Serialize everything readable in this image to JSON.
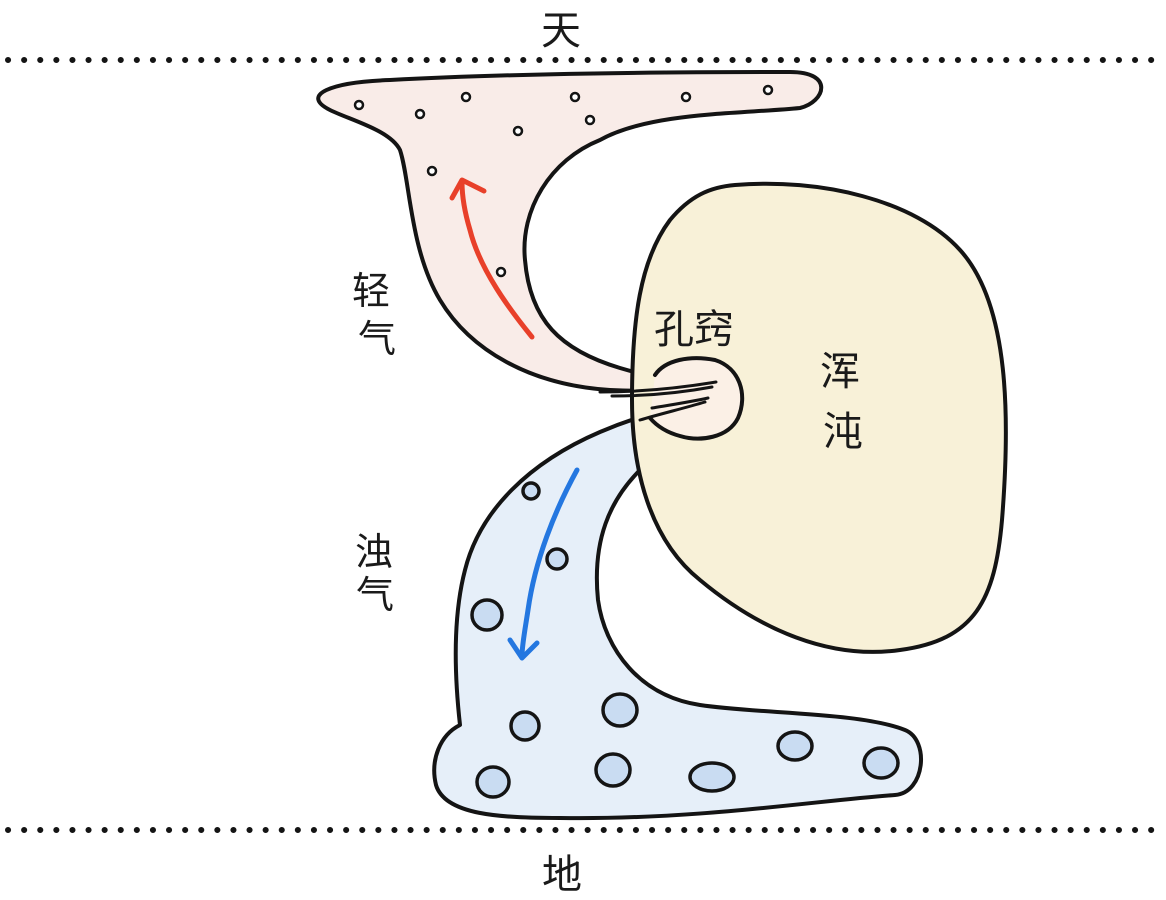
{
  "labels": {
    "sky": "天",
    "earth": "地",
    "light_qi_1": "轻",
    "light_qi_2": "气",
    "turbid_qi_1": "浊",
    "turbid_qi_2": "气",
    "orifice": "孔窍",
    "chaos_1": "浑",
    "chaos_2": "沌"
  },
  "colors": {
    "light_qi_fill": "#f9ece8",
    "turbid_qi_fill": "#e6eff9",
    "chaos_fill": "#f8f1d8",
    "orifice_fill": "#fbf0e6",
    "bubble_fill": "#c9dcf2",
    "up_arrow": "#e8402a",
    "down_arrow": "#2477e0",
    "outline": "#141414"
  },
  "icons": {
    "up_arrow": "arrow-up-icon",
    "down_arrow": "arrow-down-icon"
  }
}
